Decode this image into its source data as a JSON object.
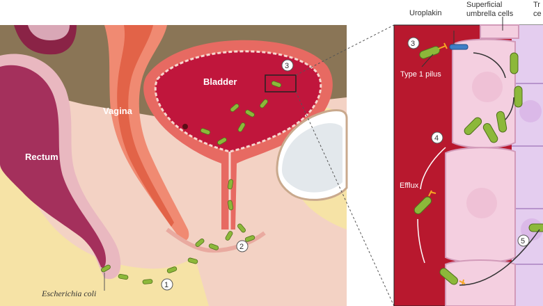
{
  "labels": {
    "rectum": "Rectum",
    "vagina": "Vagina",
    "bladder": "Bladder",
    "escherichia_coli": "Escherichia coli",
    "uroplakin": "Uroplakin",
    "type1_pilus": "Type 1 pilus",
    "superficial_line1": "Superficial",
    "superficial_line2": "umbrella cells",
    "transitional_line1": "Tr",
    "transitional_line2": "ce",
    "efflux": "Efflux"
  },
  "steps": [
    "1",
    "2",
    "3",
    "4",
    "5"
  ],
  "colors": {
    "skin": "#f3d2c4",
    "fat": "#f6e3a6",
    "rectum_wall": "#a4305c",
    "rectum_outer": "#e9b8c0",
    "vagina": "#f08a72",
    "vagina_inner": "#e26348",
    "bladder_lumen": "#c0163c",
    "bladder_wall": "#e76a62",
    "bacteria": "#8cb83a",
    "pilus": "#f5a623",
    "uroplakin": "#3d7ec6",
    "umbrella_cell": "#f4cfe0",
    "transitional_cell": "#e4cdef",
    "mucosa": "#b8182e",
    "arrow": "#ffffff"
  }
}
